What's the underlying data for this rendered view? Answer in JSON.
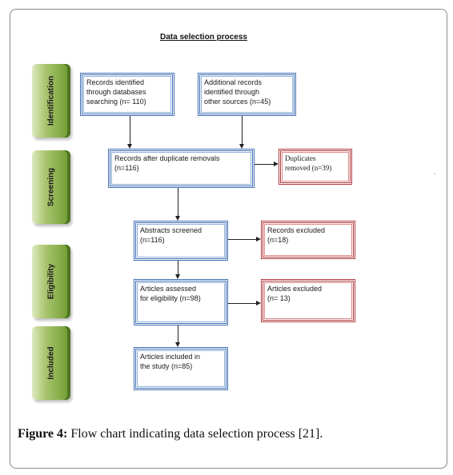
{
  "title": "Data selection process",
  "stages": [
    "Identification",
    "Screening",
    "Eligibility",
    "Included"
  ],
  "boxes": {
    "identified": [
      "Records identified",
      "through databases",
      "searching (n= 110)"
    ],
    "additional": [
      "Additional records",
      "identified through",
      "other sources (n=45)"
    ],
    "after_dup": [
      "Records after duplicate removals",
      "(n=116)"
    ],
    "duplicates": [
      "Duplicates",
      "removed (n=39)"
    ],
    "abstracts": [
      "Abstracts screened",
      "(n=116)"
    ],
    "records_excl": [
      "Records excluded",
      "(n=18)"
    ],
    "articles_assessed": [
      "Articles assessed",
      "for eligibility (n=98)"
    ],
    "articles_excl": [
      "Articles excluded",
      "(n= 13)"
    ],
    "included": [
      "Articles included in",
      "the study (n=85)"
    ]
  },
  "caption": {
    "label": "Figure 4:",
    "text": " Flow chart indicating data selection process [21]."
  },
  "stray_mark": "."
}
